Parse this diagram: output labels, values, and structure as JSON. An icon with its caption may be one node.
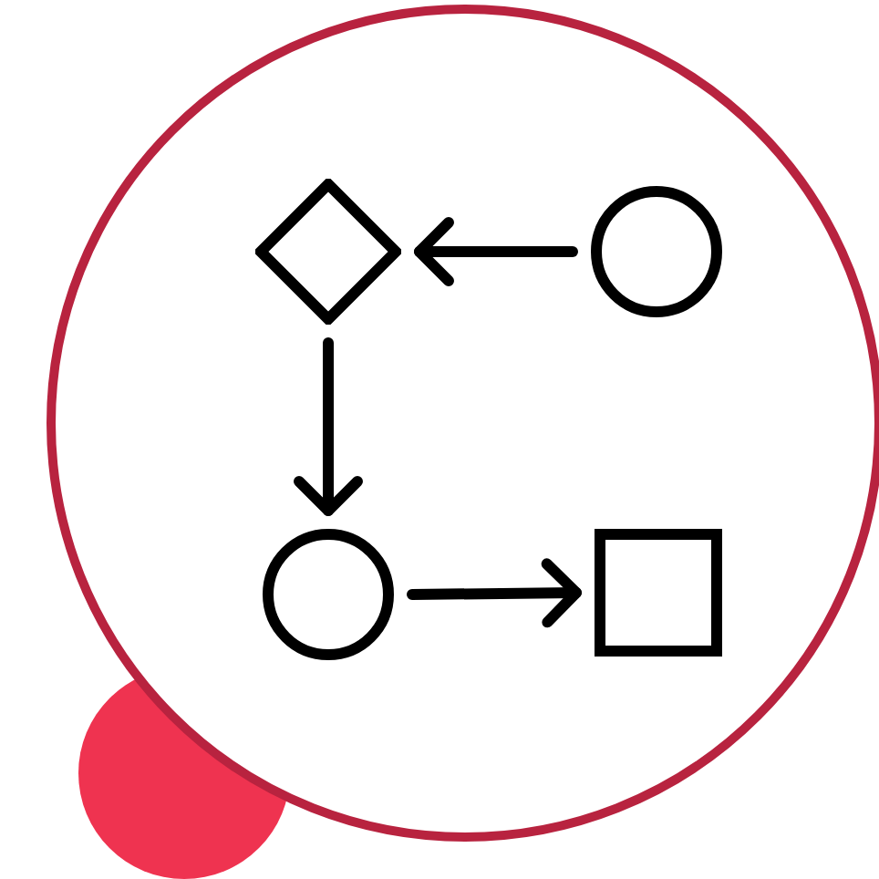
{
  "diagram": {
    "nodes": [
      {
        "text": [],
        "shape": "diamond"
      },
      {
        "text": [],
        "shape": "circle"
      },
      {
        "text": [],
        "shape": "circle"
      },
      {
        "text": [],
        "shape": "box"
      }
    ],
    "edges": [
      {
        "from": 1,
        "to": 0,
        "arrow": "to"
      },
      {
        "from": 0,
        "to": 2,
        "arrow": "to"
      },
      {
        "from": 2,
        "to": 3,
        "arrow": "to"
      }
    ]
  }
}
